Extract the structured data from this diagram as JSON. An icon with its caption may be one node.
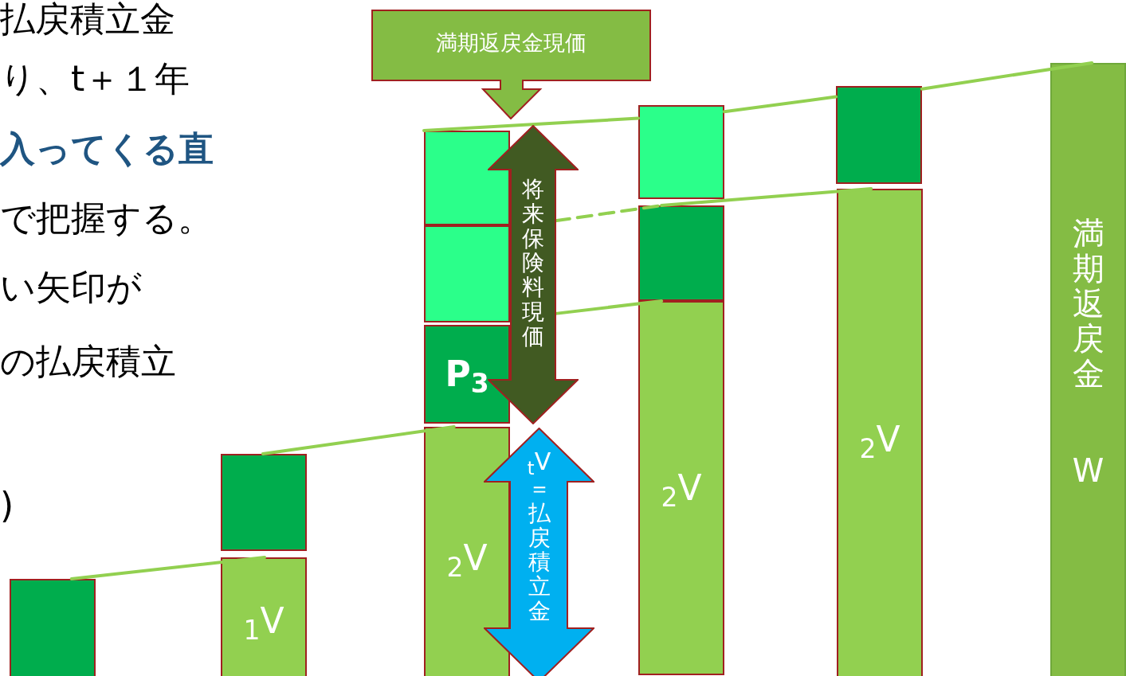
{
  "diagram": {
    "nodes": [
      {
        "text": [
          "満期返戻金現価"
        ]
      },
      {
        "text": [],
        "shape": "box"
      },
      {
        "text": [],
        "shape": "box"
      },
      {
        "text": [
          "$_{1}$V"
        ]
      },
      {
        "text": [],
        "shape": "box"
      },
      {
        "text": [],
        "shape": "box"
      },
      {
        "text": [
          "P$_{3}$"
        ]
      },
      {
        "text": [
          "$_{2}$V"
        ]
      },
      {
        "text": [
          "将来保険料現価"
        ]
      },
      {
        "text": [
          "$_{t}$V",
          "＝払戻積立金"
        ]
      },
      {
        "text": [],
        "shape": "box"
      },
      {
        "text": [],
        "shape": "box"
      },
      {
        "text": [
          "$_{2}$V"
        ]
      },
      {
        "text": [],
        "shape": "box"
      },
      {
        "text": [
          "$_{2}$V"
        ]
      },
      {
        "text": [
          "満期返戻金",
          "W"
        ]
      }
    ],
    "edges": [
      {
        "from": 1,
        "to": 3,
        "arrow": "none"
      },
      {
        "from": 2,
        "to": 7,
        "arrow": "none"
      },
      {
        "from": 4,
        "to": 10,
        "arrow": "none"
      },
      {
        "from": 10,
        "to": 13,
        "arrow": "none"
      },
      {
        "from": 13,
        "to": 15,
        "arrow": "none"
      },
      {
        "from": 8,
        "to": 11,
        "arrow": "none",
        "style": "dashed"
      },
      {
        "from": 11,
        "to": 14,
        "arrow": "none"
      },
      {
        "from": 8,
        "to": 12,
        "arrow": "none"
      }
    ],
    "labels": [
      "払戻積立金",
      "り、t＋１年",
      "入ってくる直",
      "で把握する。",
      "い矢印が",
      "の払戻積立",
      ")"
    ]
  }
}
